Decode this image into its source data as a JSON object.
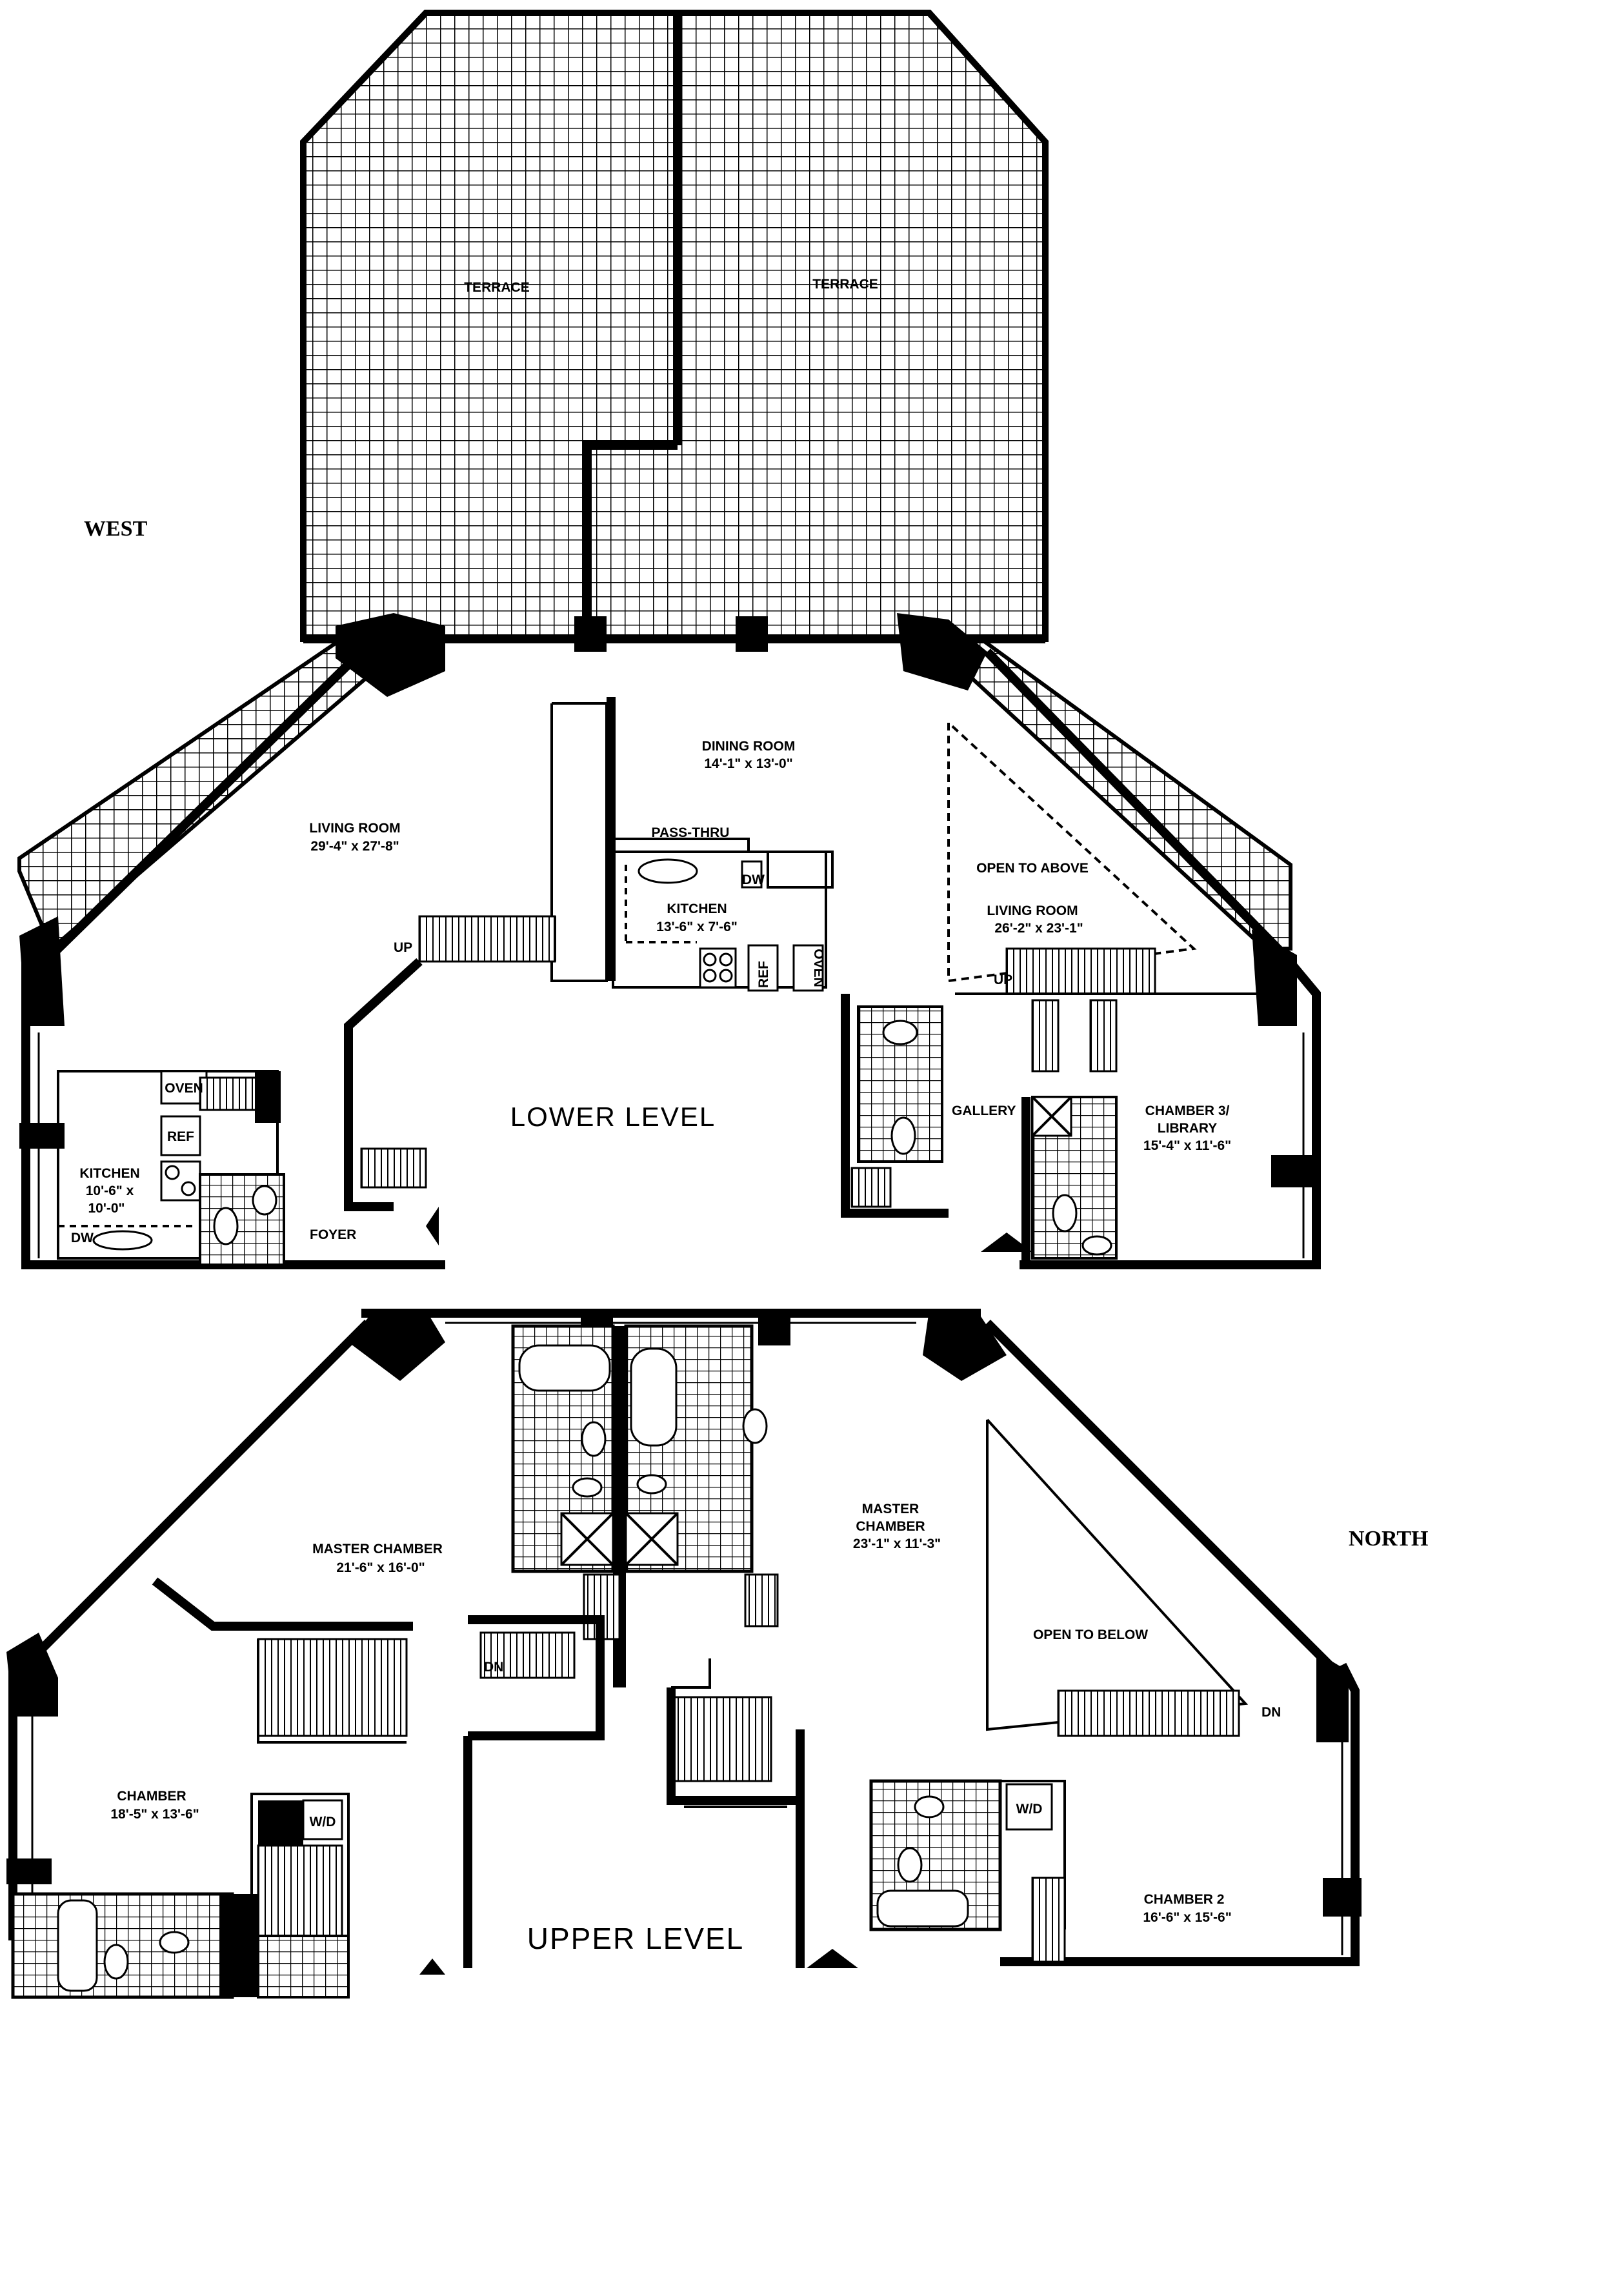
{
  "compass": {
    "west": "WEST",
    "north": "NORTH"
  },
  "levels": {
    "lower": "LOWER LEVEL",
    "upper": "UPPER LEVEL"
  },
  "lower": {
    "terrace_1": "TERRACE",
    "terrace_2": "TERRACE",
    "living_room_name": "LIVING ROOM",
    "living_room_dims": "29'-4\" x 27'-8\"",
    "dining_room_name": "DINING ROOM",
    "dining_room_dims": "14'-1\" x 13'-0\"",
    "pass_thru": "PASS-THRU",
    "dw_1": "DW",
    "kitchen_name": "KITCHEN",
    "kitchen_dims": "13'-6\" x 7'-6\"",
    "ref_1": "REF",
    "oven_1": "OVEN",
    "open_to_above": "OPEN TO ABOVE",
    "living_room_2_name": "LIVING ROOM",
    "living_room_2_dims": "26'-2\" x 23'-1\"",
    "up_1": "UP",
    "up_2": "UP",
    "kitchen_2_name": "KITCHEN",
    "kitchen_2_dims_a": "10'-6\" x",
    "kitchen_2_dims_b": "10'-0\"",
    "oven_2": "OVEN",
    "ref_2": "REF",
    "dw_2": "DW",
    "foyer": "FOYER",
    "gallery": "GALLERY",
    "chamber3_name_a": "CHAMBER 3/",
    "chamber3_name_b": "LIBRARY",
    "chamber3_dims": "15'-4\" x 11'-6\""
  },
  "upper": {
    "master_west_name": "MASTER CHAMBER",
    "master_west_dims": "21'-6\" x 16'-0\"",
    "master_east_name_a": "MASTER",
    "master_east_name_b": "CHAMBER",
    "master_east_dims": "23'-1\" x 11'-3\"",
    "open_to_below": "OPEN TO BELOW",
    "dn_1": "DN",
    "dn_2": "DN",
    "chamber_name": "CHAMBER",
    "chamber_dims": "18'-5\" x 13'-6\"",
    "wd_1": "W/D",
    "wd_2": "W/D",
    "chamber2_name": "CHAMBER 2",
    "chamber2_dims": "16'-6\" x 15'-6\""
  }
}
